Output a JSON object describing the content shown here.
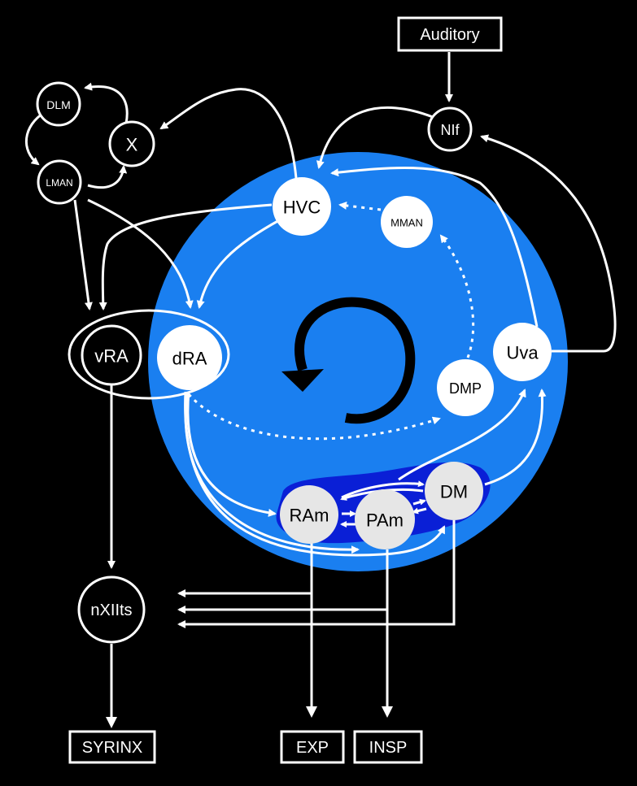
{
  "colors": {
    "background": "#000000",
    "circuit_disc": "#1a7ff0",
    "brainstem_region": "#0a1fd6",
    "line": "#ffffff",
    "node_white": "#ffffff",
    "node_gray": "#e6e6e6"
  },
  "labels": {
    "auditory": "Auditory",
    "nif": "NIf",
    "dlm": "DLM",
    "x": "X",
    "lman": "LMAN",
    "hvc": "HVC",
    "mman": "MMAN",
    "vra": "vRA",
    "dra": "dRA",
    "uva": "Uva",
    "dmp": "DMP",
    "dm": "DM",
    "ram": "RAm",
    "pam": "PAm",
    "nxiits": "nXIIts",
    "syrinx": "SYRINX",
    "exp": "EXP",
    "insp": "INSP"
  },
  "center_icon": "circular-arrow-icon"
}
